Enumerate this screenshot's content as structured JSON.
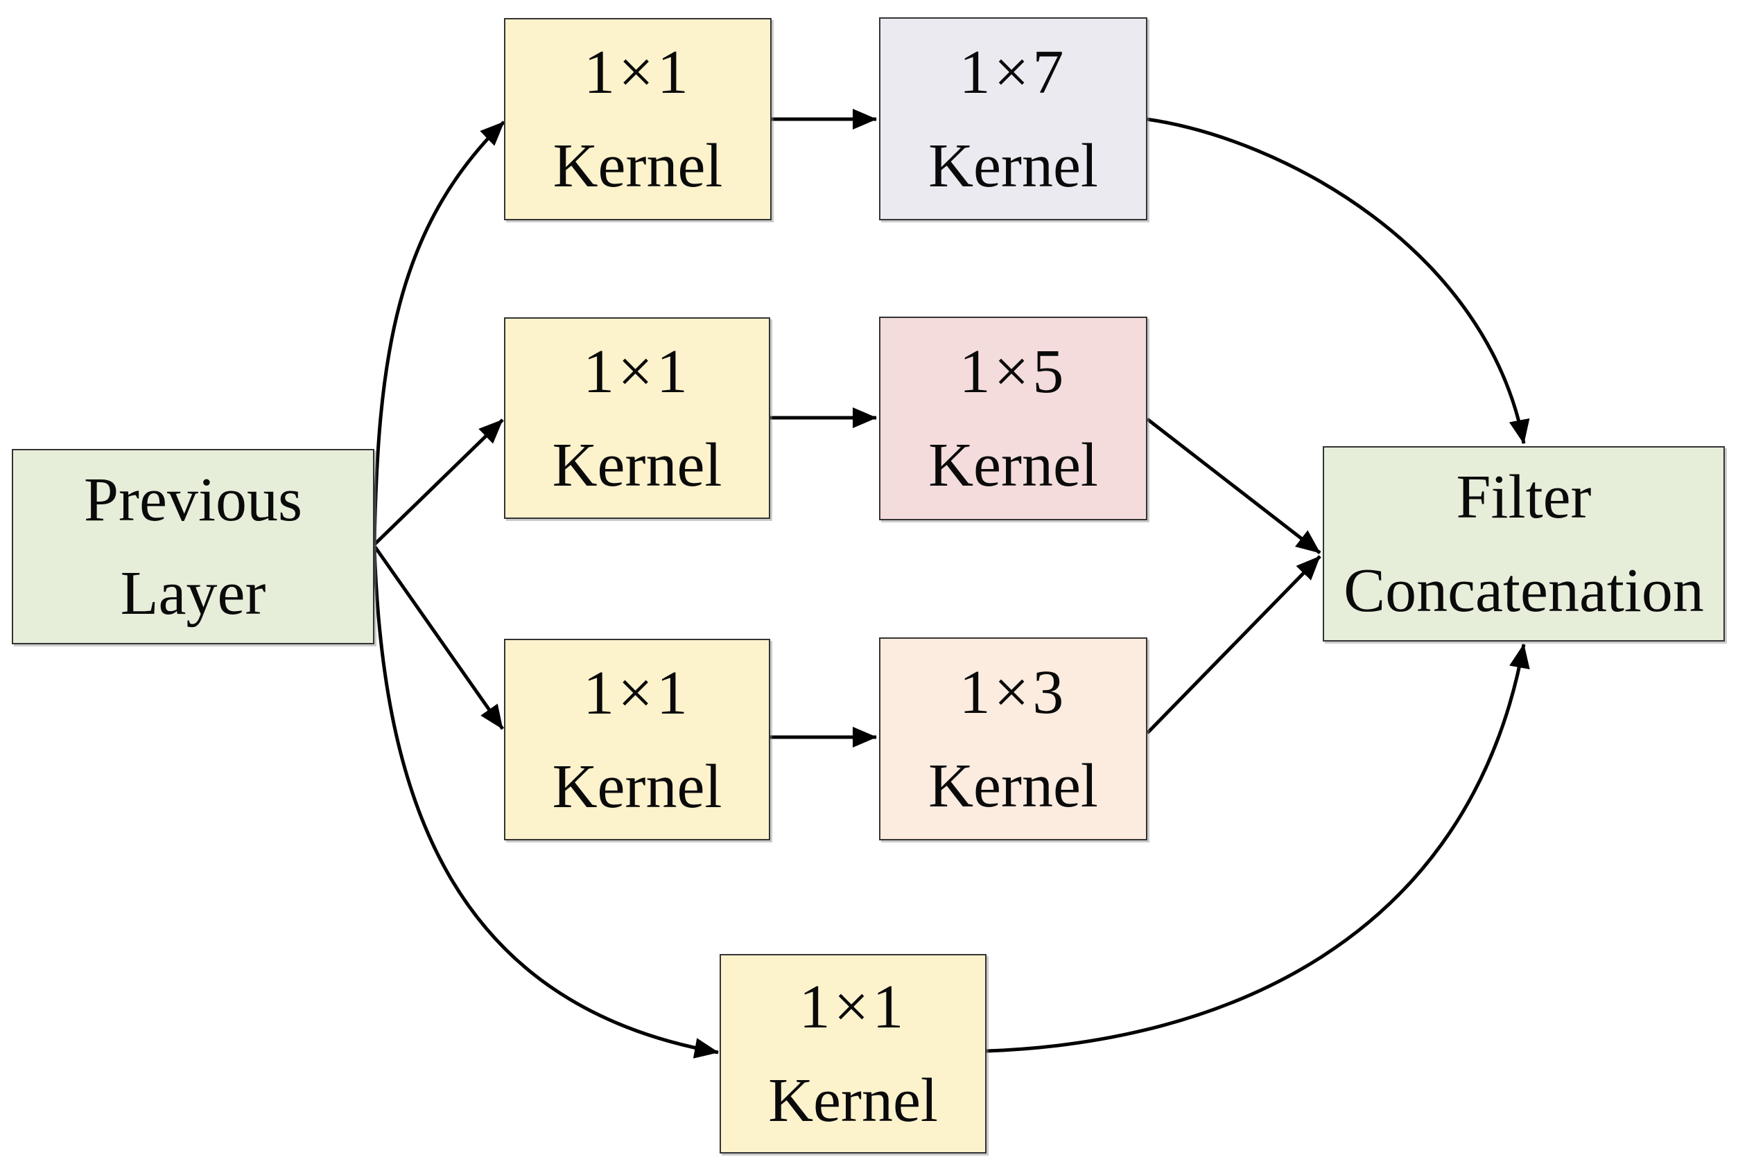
{
  "diagram": {
    "nodes": {
      "previous_layer": {
        "line1": "Previous",
        "line2": "Layer",
        "fill": "#e6eeda"
      },
      "branch1_conv1x1": {
        "line1": "1×1",
        "line2": "Kernel",
        "fill": "#fcf2cc"
      },
      "branch1_conv1x7": {
        "line1": "1×7",
        "line2": "Kernel",
        "fill": "#eceaf1"
      },
      "branch2_conv1x1": {
        "line1": "1×1",
        "line2": "Kernel",
        "fill": "#fcf2cc"
      },
      "branch2_conv1x5": {
        "line1": "1×5",
        "line2": "Kernel",
        "fill": "#f3dcdb"
      },
      "branch3_conv1x1": {
        "line1": "1×1",
        "line2": "Kernel",
        "fill": "#fcf2cc"
      },
      "branch3_conv1x3": {
        "line1": "1×3",
        "line2": "Kernel",
        "fill": "#fcebdf"
      },
      "branch4_conv1x1": {
        "line1": "1×1",
        "line2": "Kernel",
        "fill": "#fcf2cc"
      },
      "filter_concat": {
        "line1": "Filter",
        "line2": "Concatenation",
        "fill": "#e6eeda"
      }
    },
    "colors": {
      "arrow": "#000000",
      "border": "#333333",
      "background": "#ffffff"
    }
  }
}
